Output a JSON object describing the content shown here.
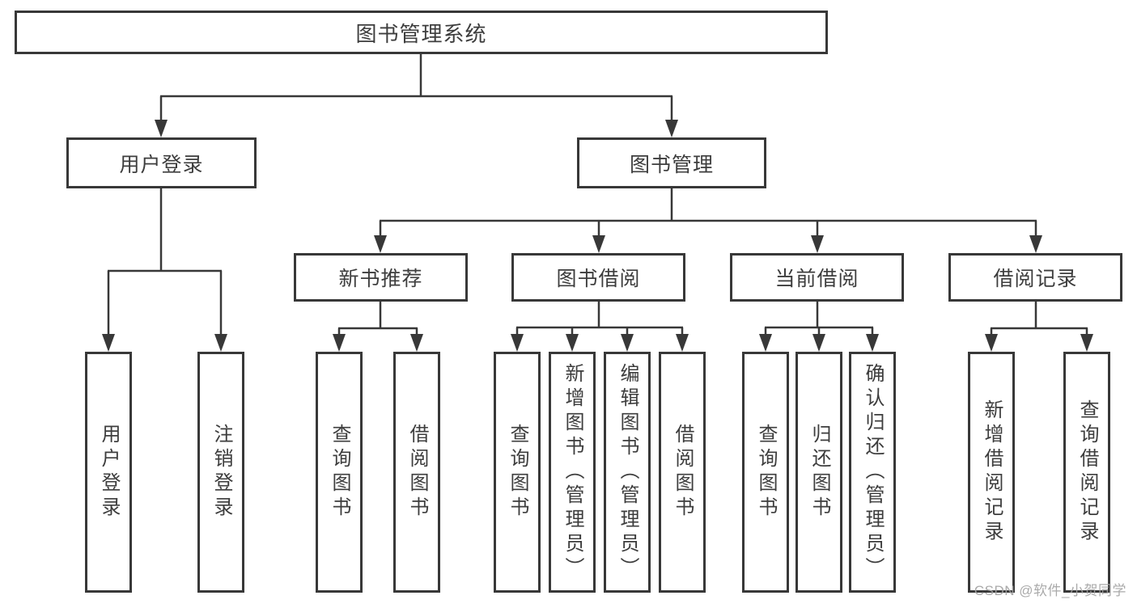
{
  "nodes": {
    "root": "图书管理系统",
    "login": "用户登录",
    "login_children": [
      "用户登录",
      "注销登录"
    ],
    "mgmt": "图书管理",
    "groups": [
      {
        "label": "新书推荐",
        "children": [
          "查询图书",
          "借阅图书"
        ]
      },
      {
        "label": "图书借阅",
        "children": [
          "查询图书",
          "新增图书（管理员）",
          "编辑图书（管理员）",
          "借阅图书"
        ]
      },
      {
        "label": "当前借阅",
        "children": [
          "查询图书",
          "归还图书",
          "确认归还（管理员）"
        ]
      },
      {
        "label": "借阅记录",
        "children": [
          "新增借阅记录",
          "查询借阅记录"
        ]
      }
    ]
  },
  "watermark": "CSDN @软件_小贺同学",
  "colors": {
    "line": "#383838",
    "text": "#3d3d3d",
    "watermark": "#a3a3a3",
    "background": "#ffffff"
  }
}
